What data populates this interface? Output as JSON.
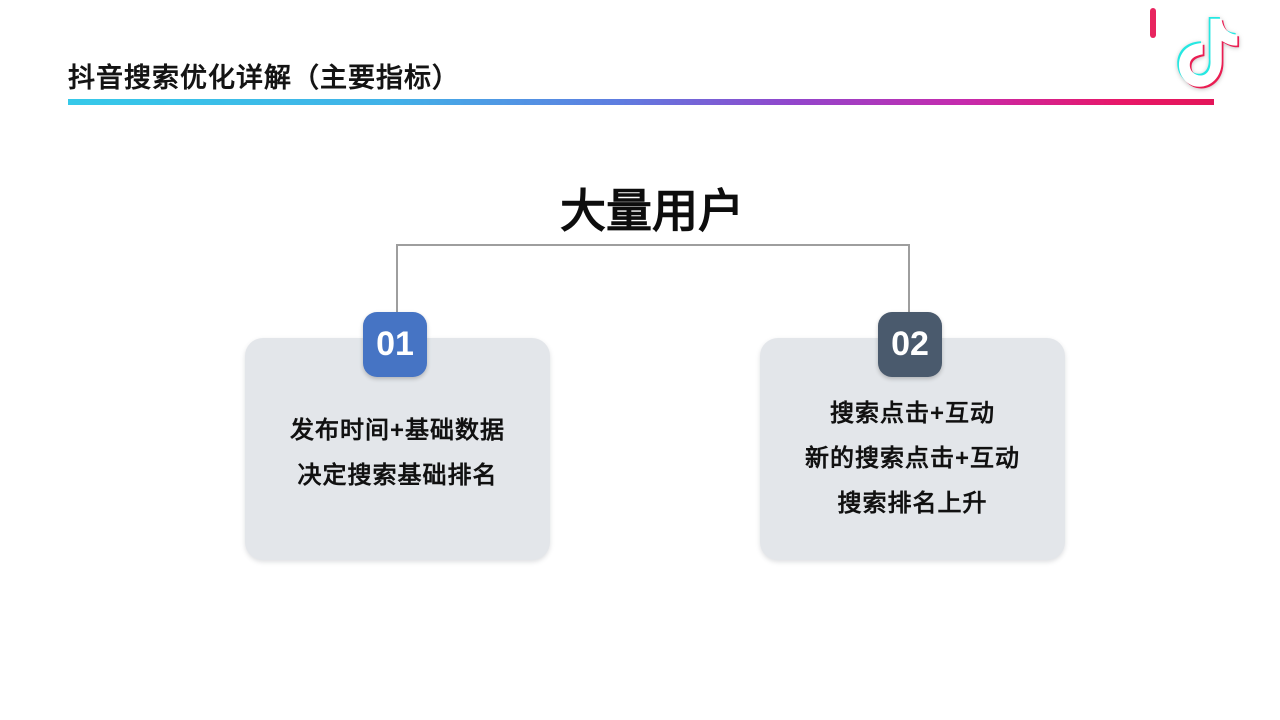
{
  "slide": {
    "title": "抖音搜索优化详解（主要指标）",
    "heading": "大量用户"
  },
  "cards": [
    {
      "badge": "01",
      "lines": [
        "发布时间+基础数据",
        "决定搜索基础排名"
      ]
    },
    {
      "badge": "02",
      "lines": [
        "搜索点击+互动",
        "新的搜索点击+互动",
        "搜索排名上升"
      ]
    }
  ],
  "colors": {
    "badge_blue": "#4674C4",
    "badge_slate": "#4A5A6D",
    "card_bg": "#E3E6EA",
    "connector_gray": "#9E9E9E",
    "accent_dash": "#E8255F",
    "logo_cyan": "#25E8E2",
    "logo_red": "#EA1D52",
    "underline_gradient_stops": [
      "#36C9E9 0%",
      "#41B2E8 28%",
      "#5E7DE0 48%",
      "#9146CC 63%",
      "#C52BAD 78%",
      "#E81767 92%",
      "#E31559 100%"
    ]
  }
}
